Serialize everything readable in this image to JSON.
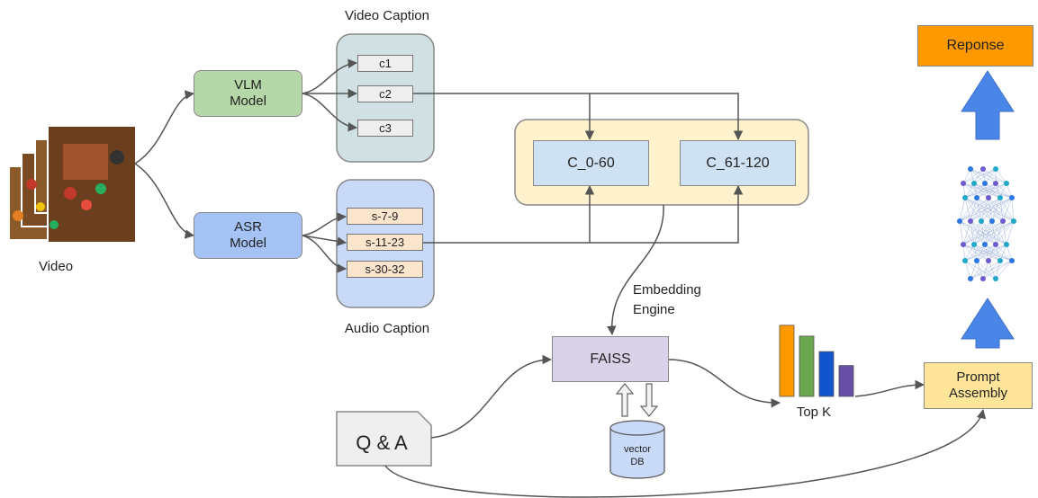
{
  "video": {
    "label": "Video"
  },
  "vlm": {
    "line1": "VLM",
    "line2": "Model"
  },
  "asr": {
    "line1": "ASR",
    "line2": "Model"
  },
  "video_caption": {
    "title": "Video Caption",
    "items": [
      "c1",
      "c2",
      "c3"
    ]
  },
  "audio_caption": {
    "title": "Audio Caption",
    "items": [
      "s-7-9",
      "s-11-23",
      "s-30-32"
    ]
  },
  "chunks": {
    "a": "C_0-60",
    "b": "C_61-120"
  },
  "embedding": {
    "line1": "Embedding",
    "line2": "Engine"
  },
  "faiss": {
    "label": "FAISS"
  },
  "vector_db": {
    "line1": "vector",
    "line2": "DB"
  },
  "qa": {
    "label": "Q & A"
  },
  "topk": {
    "label": "Top K"
  },
  "prompt": {
    "line1": "Prompt",
    "line2": "Assembly"
  },
  "response": {
    "label": "Reponse"
  },
  "colors": {
    "vlm": "#b6d7a8",
    "asr": "#a4c2f4",
    "caption_panel": "#d0e0e3",
    "audio_panel": "#c9daf8",
    "caption_item": "#efefef",
    "audio_item": "#fce5cd",
    "chunk_panel": "#fff2cc",
    "chunk": "#cfe2f3",
    "faiss": "#d9d2e9",
    "prompt": "#ffe599",
    "response": "#ff9900",
    "arrow_up": "#4a86e8",
    "bars": [
      "#ff9900",
      "#6aa84f",
      "#1155cc",
      "#674ea7"
    ]
  },
  "topk_bars": [
    0.92,
    0.78,
    0.58,
    0.4
  ]
}
